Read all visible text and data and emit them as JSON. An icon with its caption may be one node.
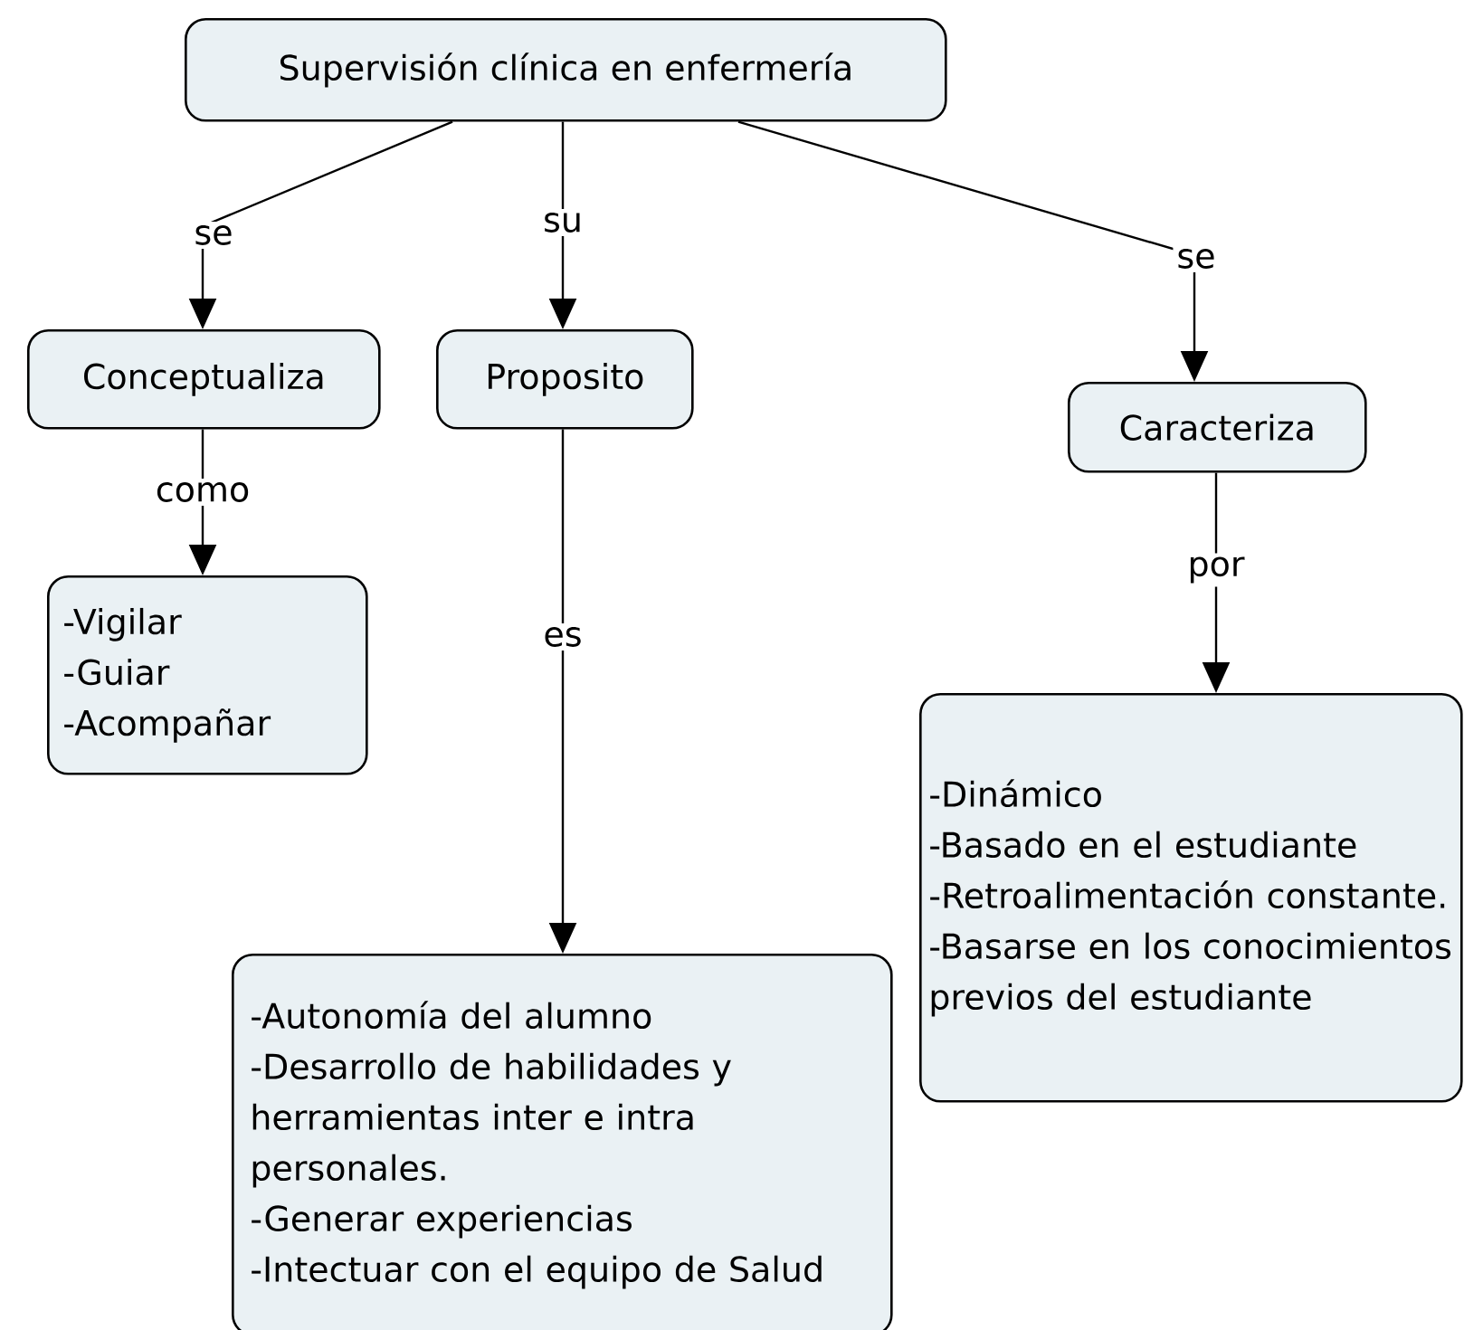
{
  "diagram": {
    "nodes": [
      {
        "text": [
          "Supervisión clínica en enfermería"
        ]
      },
      {
        "text": [
          "Conceptualiza"
        ]
      },
      {
        "text": [
          "Proposito"
        ]
      },
      {
        "text": [
          "Caracteriza"
        ]
      },
      {
        "text": [
          "-Vigilar",
          "-Guiar",
          "-Acompañar"
        ]
      },
      {
        "text": [
          "-Autonomía del alumno",
          "-Desarrollo de habilidades y herramientas inter e intra personales.",
          "-Generar experiencias",
          "-Intectuar con el equipo de Salud"
        ]
      },
      {
        "text": [
          "-Dinámico",
          "-Basado en el estudiante",
          "-Retroalimentación constante.",
          "-Basarse en los conocimientos previos del estudiante"
        ]
      }
    ],
    "edges": [
      {
        "from": 0,
        "to": 1,
        "arrow": "to",
        "label": "se"
      },
      {
        "from": 0,
        "to": 2,
        "arrow": "to",
        "label": "su"
      },
      {
        "from": 0,
        "to": 3,
        "arrow": "to",
        "label": "se"
      },
      {
        "from": 1,
        "to": 4,
        "arrow": "to",
        "label": "como"
      },
      {
        "from": 2,
        "to": 5,
        "arrow": "to",
        "label": "es"
      },
      {
        "from": 3,
        "to": 6,
        "arrow": "to",
        "label": "por"
      }
    ]
  }
}
